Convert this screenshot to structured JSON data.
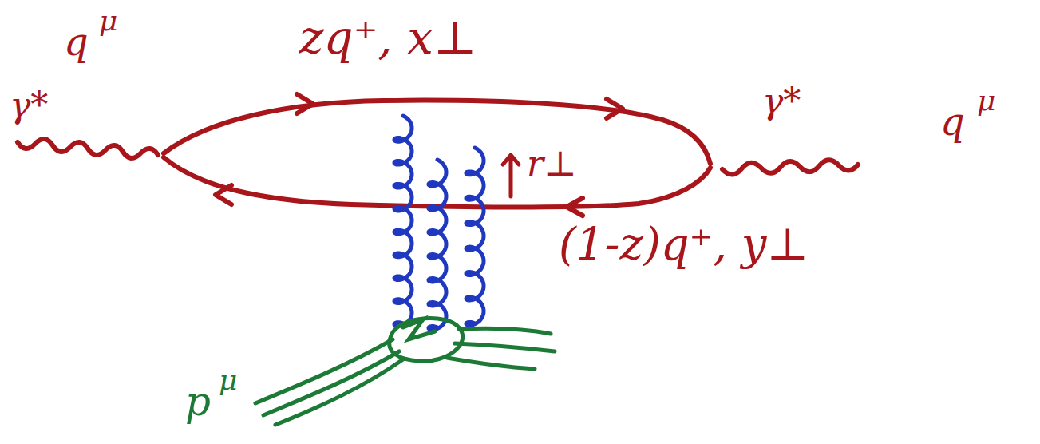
{
  "diagram": {
    "labels": [
      "zq⁺, x⊥",
      "q",
      "μ",
      "γ*",
      "γ*",
      "q",
      "μ",
      "r⊥",
      "(1-z)q⁺, y⊥",
      "p",
      "μ"
    ]
  }
}
